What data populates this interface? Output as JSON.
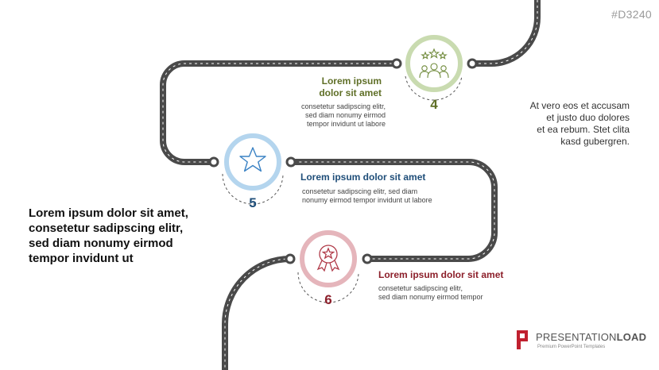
{
  "code": "#D3240",
  "steps": [
    {
      "num": "4",
      "title_line1": "Lorem ipsum",
      "title_line2": "dolor sit amet",
      "body_line1": "consetetur sadipscing elitr,",
      "body_line2": "sed diam nonumy eirmod",
      "body_line3": "tempor invidunt ut labore",
      "icon": "people-stars-icon",
      "color": "#c9dbb0",
      "num_color": "#5f6f27"
    },
    {
      "num": "5",
      "title": "Lorem ipsum dolor sit amet",
      "body_line1": "consetetur sadipscing elitr, sed diam",
      "body_line2": "nonumy eirmod tempor invidunt ut labore",
      "icon": "star-icon",
      "color": "#b4d5ee",
      "num_color": "#1f4e79"
    },
    {
      "num": "6",
      "title": "Lorem ipsum dolor sit amet",
      "body_line1": "consetetur sadipscing elitr,",
      "body_line2": "sed diam nonumy eirmod tempor",
      "icon": "award-icon",
      "color": "#e5b5bb",
      "num_color": "#8c1f2a"
    }
  ],
  "side_right": {
    "line1": "At vero eos et accusam",
    "line2": "et justo duo dolores",
    "line3": "et ea rebum. Stet clita",
    "line4": "kasd gubergren."
  },
  "side_left": {
    "line1": "Lorem ipsum dolor sit amet,",
    "line2": "consetetur sadipscing elitr,",
    "line3": "sed diam nonumy eirmod",
    "line4": "tempor invidunt ut"
  },
  "logo": {
    "brand_light": "PRESENTATION",
    "brand_bold": "LOAD",
    "tagline": "Premium PowerPoint Templates",
    "color": "#c0202f"
  }
}
